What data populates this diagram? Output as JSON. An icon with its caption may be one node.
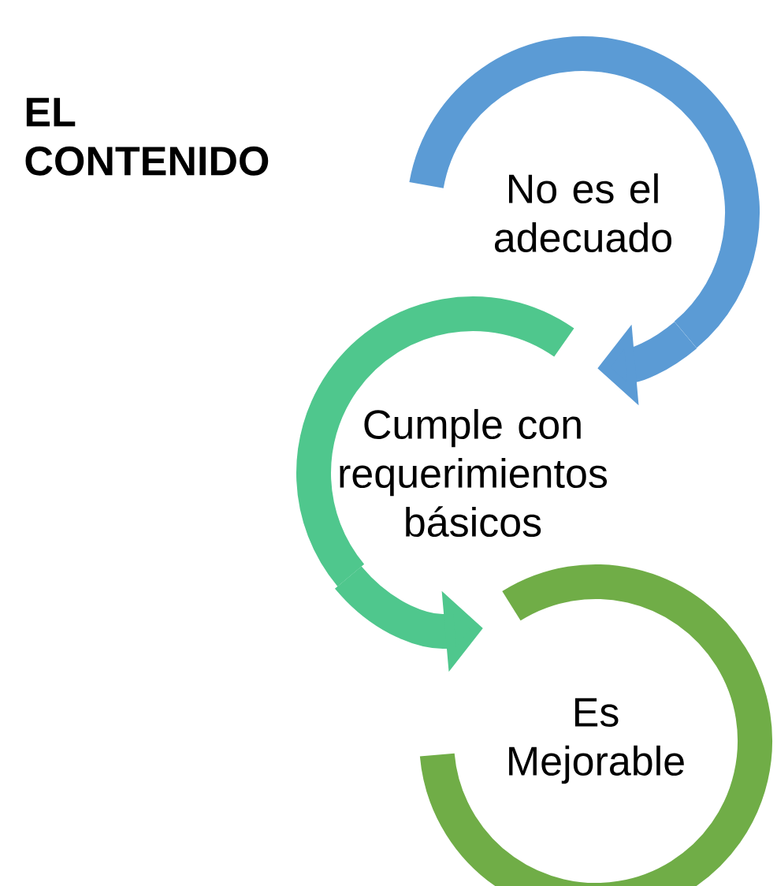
{
  "diagram": {
    "title": "EL CONTENIDO",
    "nodes": [
      {
        "text": [
          "No es el adecuado"
        ]
      },
      {
        "text": [
          "Cumple con requerimientos básicos"
        ]
      },
      {
        "text": [
          "Es Mejorable"
        ]
      }
    ],
    "edges": [
      {
        "from": 0,
        "to": 1,
        "arrow": "to",
        "color": "#5b9bd5"
      },
      {
        "from": 1,
        "to": 2,
        "arrow": "to",
        "color": "#4fc78d"
      }
    ]
  }
}
